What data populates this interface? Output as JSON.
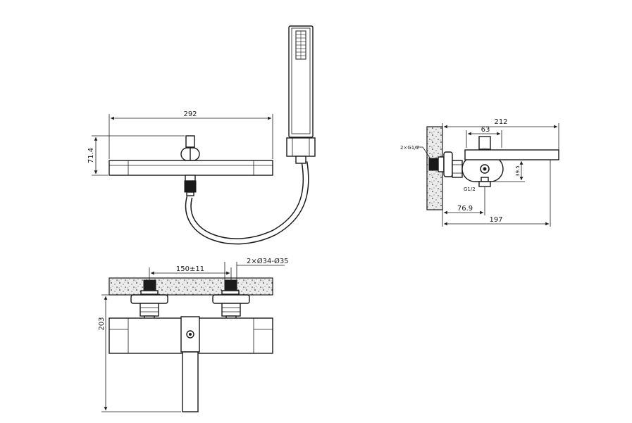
{
  "top_view": {
    "dim_width": "292",
    "dim_height": "71.4"
  },
  "side_view": {
    "dim_total_width": "212",
    "dim_center": "63",
    "dim_inlet": "2×G1/2",
    "dim_outlet": "G1/2",
    "dim_offset": "39.5",
    "dim_wall_to_center": "76.9",
    "dim_projection": "197"
  },
  "front_view": {
    "dim_centers": "150±11",
    "dim_flange": "2×Ø34-Ø35",
    "dim_height": "203"
  },
  "colors": {
    "line": "#1a1a1a",
    "concrete_fill": "#e6e6e6",
    "background": "#ffffff"
  }
}
